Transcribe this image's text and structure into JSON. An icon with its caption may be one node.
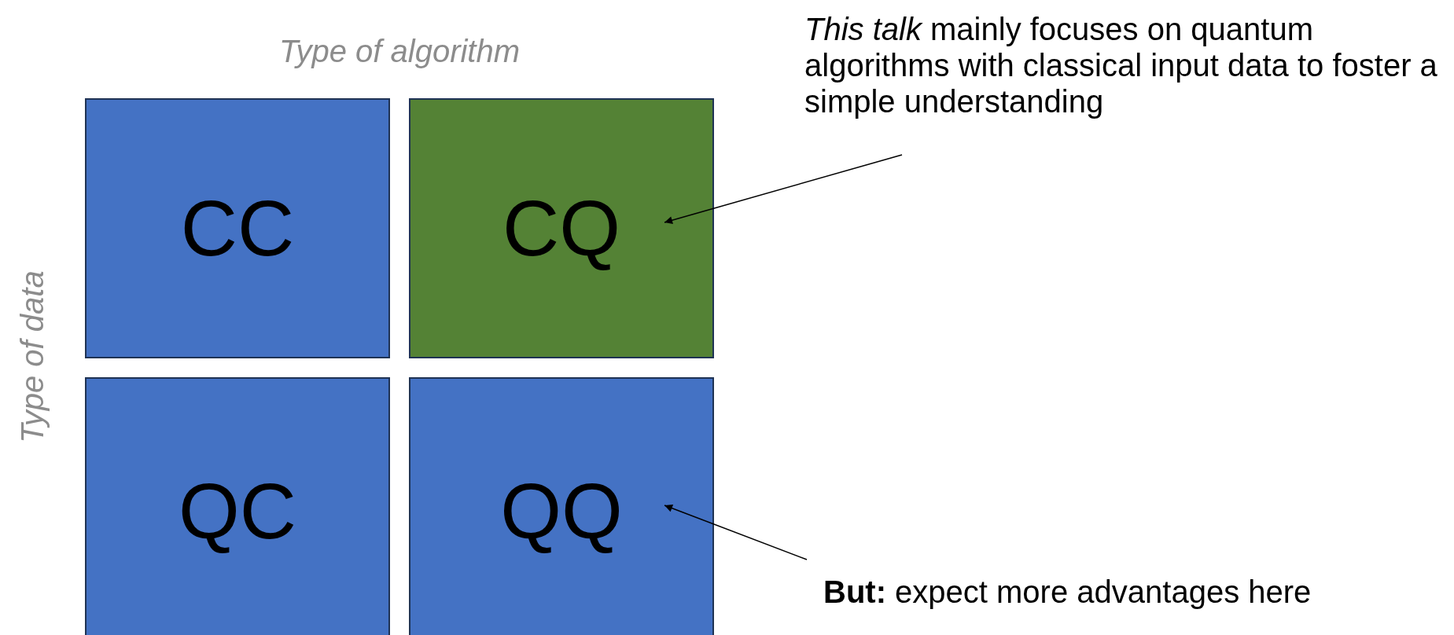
{
  "diagram": {
    "nodes": [
      {
        "text": [
          "CC"
        ]
      },
      {
        "text": [
          "CQ"
        ]
      },
      {
        "text": [
          "QC"
        ]
      },
      {
        "text": [
          "QQ"
        ]
      },
      {
        "text": [
          "*This talk* mainly focuses on quantum algorithms with classical input data to foster a simple understanding"
        ]
      },
      {
        "text": [
          "**But:** expect more advantages here"
        ]
      }
    ],
    "edges": [
      {
        "from": 4,
        "to": 1,
        "arrow": "to"
      },
      {
        "from": 5,
        "to": 3,
        "arrow": "to"
      }
    ],
    "labels": [
      "Type of algorithm",
      "Type of data"
    ]
  }
}
